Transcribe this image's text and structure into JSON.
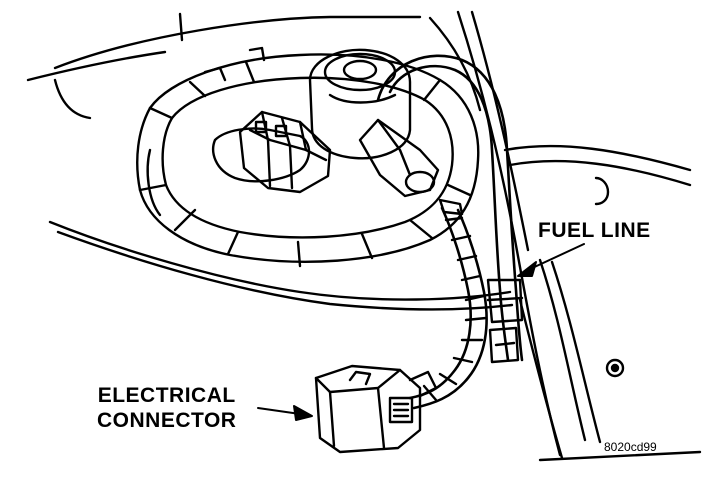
{
  "labels": {
    "fuel_line": "FUEL LINE",
    "electrical_connector_line1": "ELECTRICAL",
    "electrical_connector_line2": "CONNECTOR",
    "figure_code": "8020cd99"
  }
}
